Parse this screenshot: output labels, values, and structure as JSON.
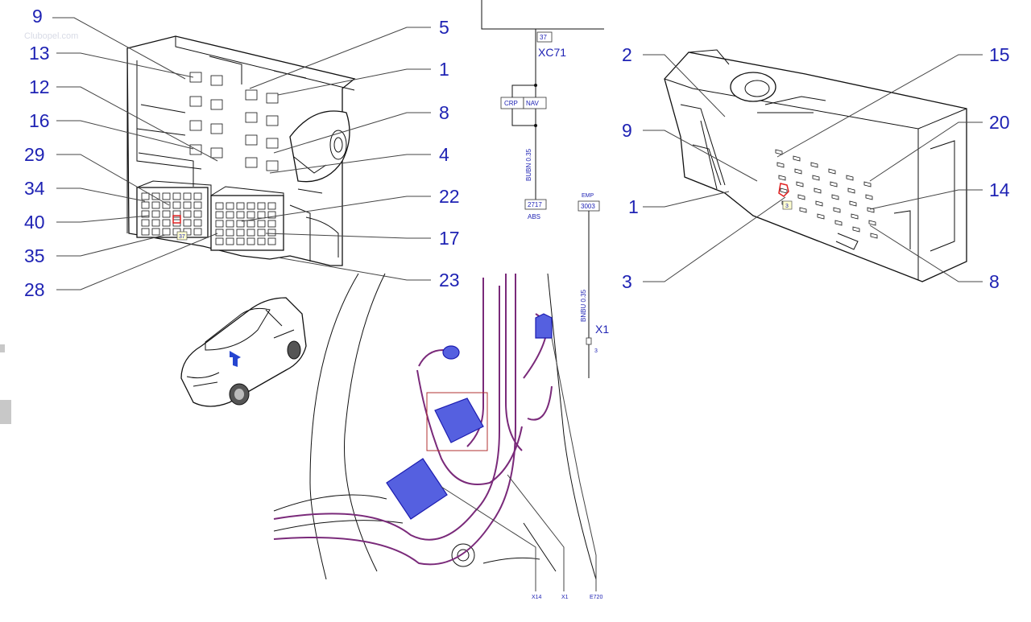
{
  "watermark": "Clubopel.com",
  "left_connector": {
    "callouts": [
      {
        "label": "9"
      },
      {
        "label": "13"
      },
      {
        "label": "12"
      },
      {
        "label": "16"
      },
      {
        "label": "29"
      },
      {
        "label": "34"
      },
      {
        "label": "40"
      },
      {
        "label": "35"
      },
      {
        "label": "28"
      },
      {
        "label": "5"
      },
      {
        "label": "1"
      },
      {
        "label": "8"
      },
      {
        "label": "4"
      },
      {
        "label": "22"
      },
      {
        "label": "17"
      },
      {
        "label": "23"
      }
    ],
    "pin_tag": "37"
  },
  "right_connector": {
    "callouts": [
      {
        "label": "2"
      },
      {
        "label": "9"
      },
      {
        "label": "1"
      },
      {
        "label": "3"
      },
      {
        "label": "15"
      },
      {
        "label": "20"
      },
      {
        "label": "14"
      },
      {
        "label": "8"
      }
    ],
    "pin_tag": "3"
  },
  "schematic": {
    "pin_top": "37",
    "connector_name": "XC71",
    "option_left": "CRP",
    "option_right": "NAV",
    "wire_label": "BUBN 0.35",
    "splice_id": "2717",
    "splice_name": "ABS",
    "ground_code": "EMP",
    "ground_id": "3003",
    "wire2_label": "BNBU 0.35",
    "connector2_name": "X1",
    "connector2_pin": "3"
  },
  "harness_labels": {
    "x14": "X14",
    "x1": "X1",
    "e720": "E720"
  }
}
